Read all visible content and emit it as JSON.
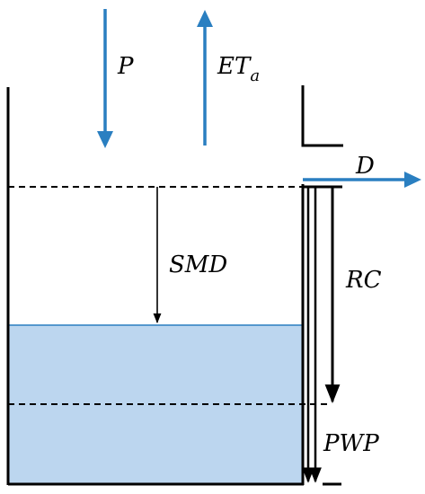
{
  "labels": {
    "precipitation": "P",
    "evapotranspiration_main": "ET",
    "evapotranspiration_sub": "a",
    "drainage": "D",
    "soil_moisture_deficit": "SMD",
    "readily_available_capacity": "RC",
    "permanent_wilting_point": "PWP"
  },
  "colors": {
    "flux_arrow": "#2a7fc1",
    "water_fill": "#bcd6ef",
    "water_surface": "#2a7fc1",
    "outline": "#000000"
  }
}
